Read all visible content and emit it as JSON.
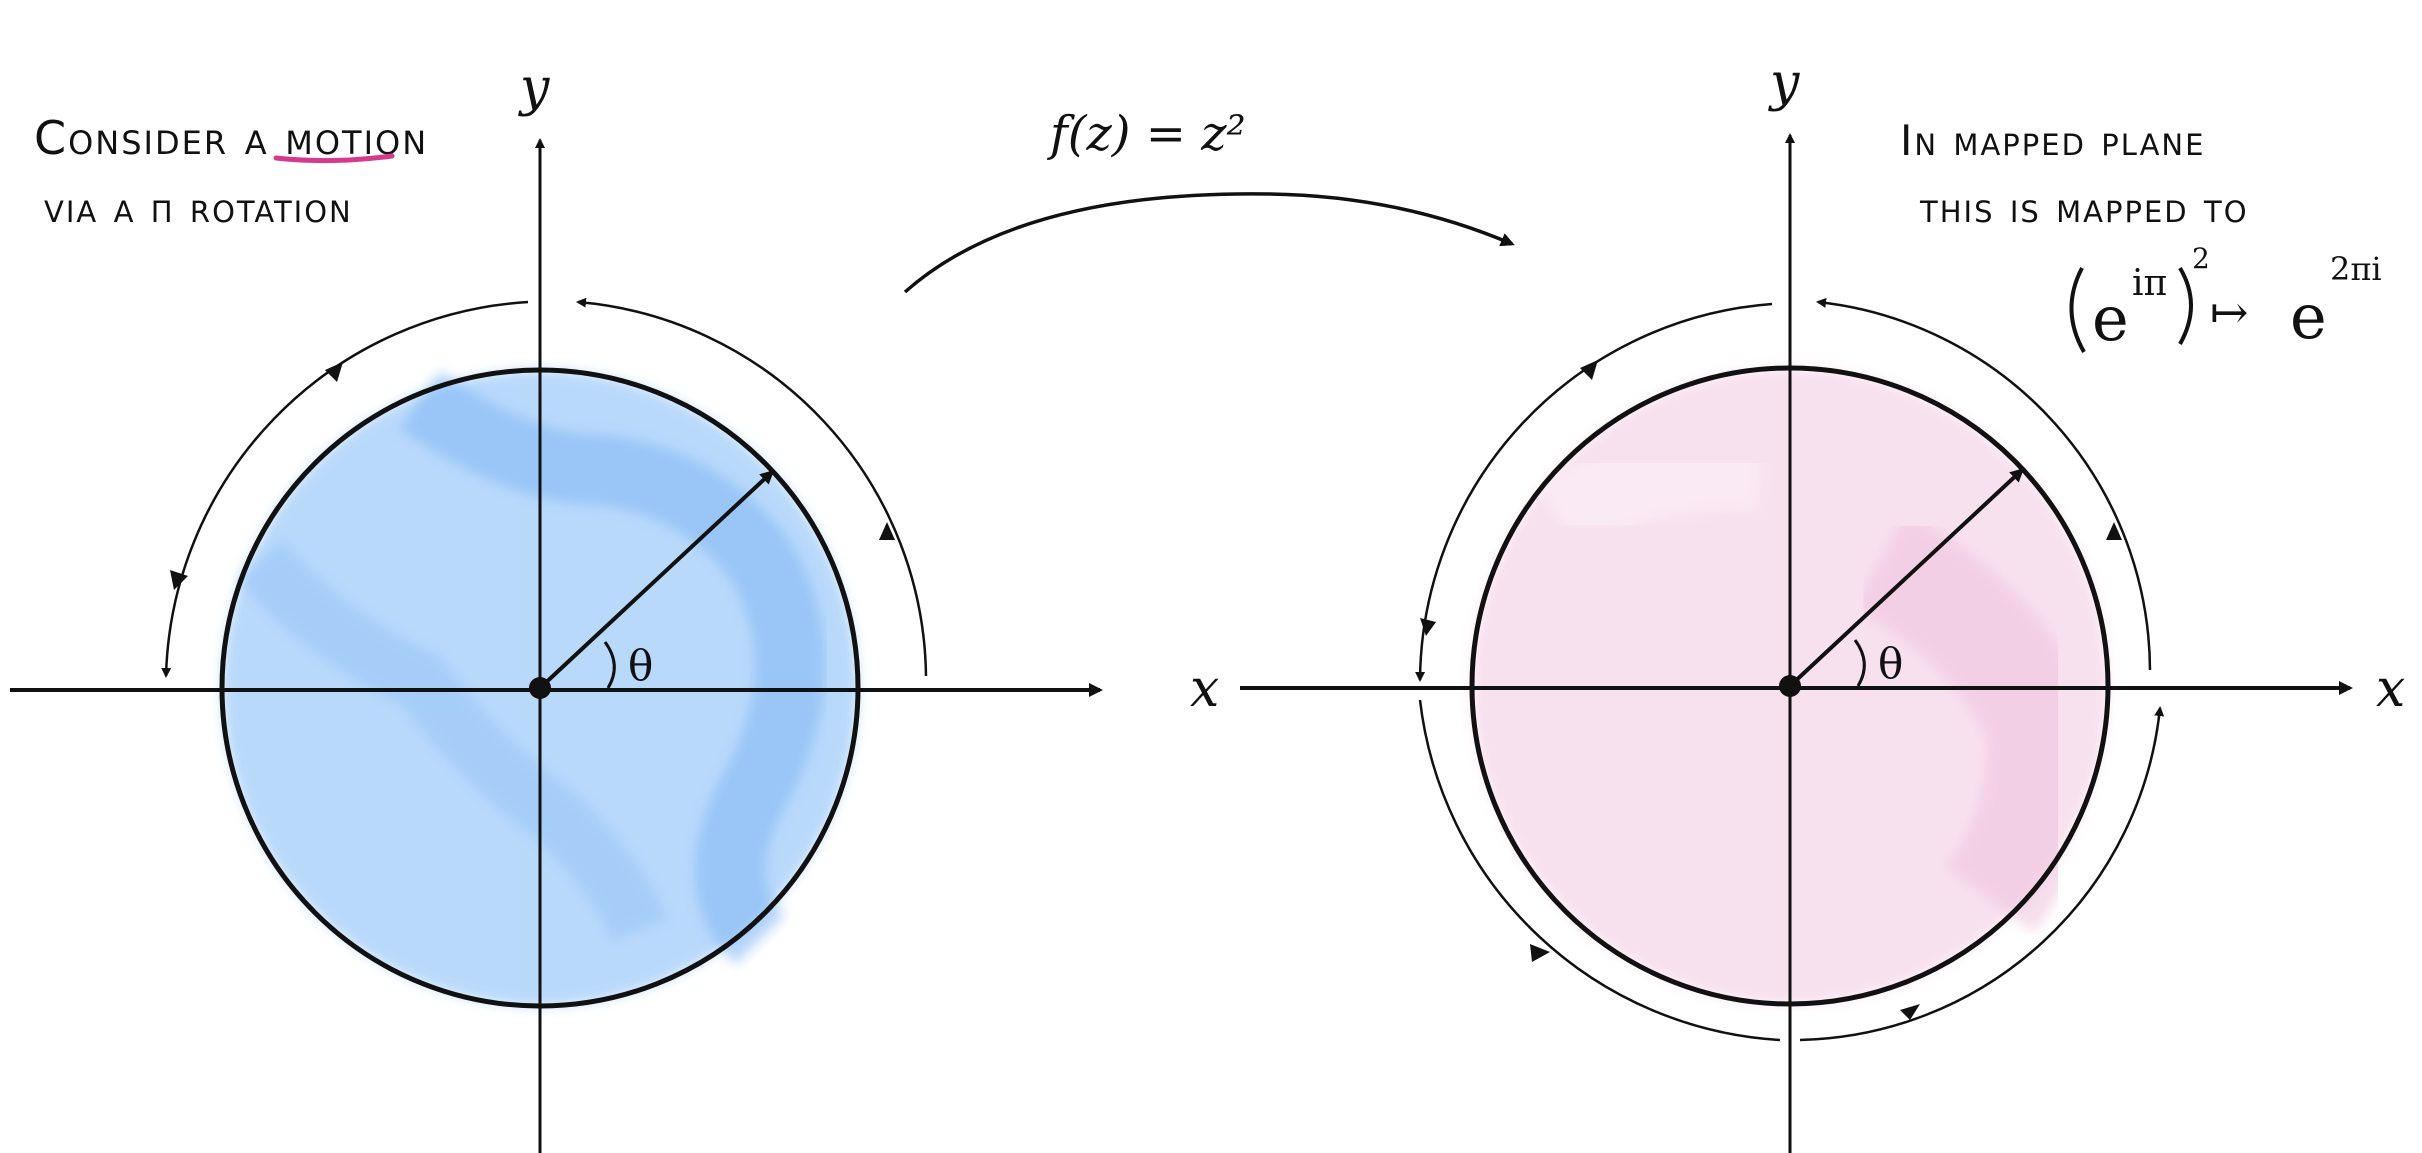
{
  "left_note": {
    "line1_prefix": "Consider a ",
    "line1_emphasis": "motion",
    "line2": "via a π rotation"
  },
  "map_label": "f(z) = z²",
  "right_note": {
    "line1": "In mapped plane",
    "line2": "this is mapped to",
    "formula_base": "e",
    "formula_exp": "iπ",
    "formula_power": "2",
    "formula_arrow": "↦",
    "formula_result_base": "e",
    "formula_result_exp": "2πi"
  },
  "left_plane": {
    "x_label": "x",
    "y_label": "y",
    "angle_label": "θ",
    "fill_color": "#9cc9f7"
  },
  "right_plane": {
    "x_label": "x",
    "y_label": "y",
    "angle_label": "θ",
    "fill_color": "#f4cfe6"
  },
  "colors": {
    "ink": "#111111",
    "accent_underline": "#d63a8f"
  }
}
